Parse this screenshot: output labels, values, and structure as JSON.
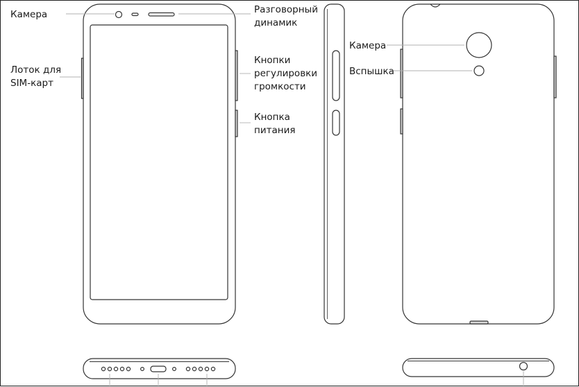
{
  "labels": {
    "front_camera": "Камера",
    "earpiece_line1": "Разговорный",
    "earpiece_line2": "динамик",
    "sim_tray_line1": "Лоток для",
    "sim_tray_line2": "SIM-карт",
    "volume_line1": "Кнопки",
    "volume_line2": "регулировки",
    "volume_line3": "громкости",
    "power_line1": "Кнопка",
    "power_line2": "питания",
    "rear_camera": "Камера",
    "flash": "Вспышка"
  },
  "colors": {
    "outline": "#333333",
    "leader": "#b0b0b0",
    "text": "#1a1a1a",
    "edge_fill": "#d9d9d9"
  }
}
